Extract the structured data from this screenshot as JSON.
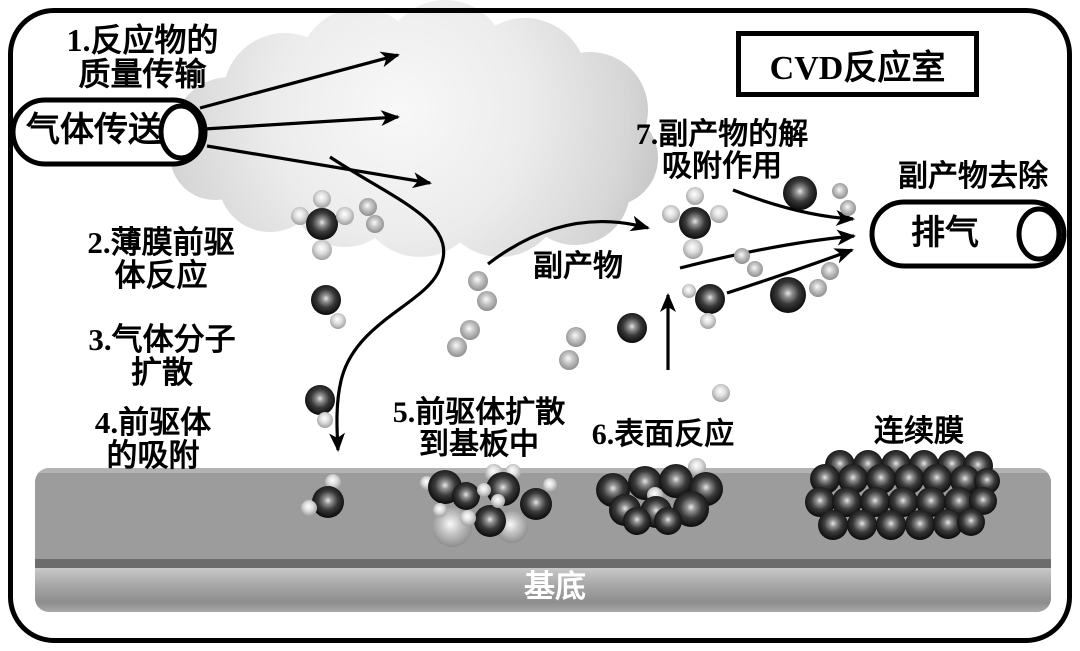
{
  "chamber": {
    "title": "CVD反应室"
  },
  "inlet": {
    "label": "气体传送"
  },
  "outlet": {
    "label": "排气",
    "removal_label": "副产物去除"
  },
  "steps": [
    {
      "lines": [
        "1.反应物的",
        "质量传输"
      ]
    },
    {
      "lines": [
        "2.薄膜前驱",
        "体反应"
      ]
    },
    {
      "lines": [
        "3.气体分子",
        "扩散"
      ]
    },
    {
      "lines": [
        "4.前驱体",
        "的吸附"
      ]
    },
    {
      "lines": [
        "5.前驱体扩散",
        "到基板中"
      ]
    },
    {
      "lines": [
        "6.表面反应"
      ]
    },
    {
      "lines": [
        "7.副产物的解",
        "吸附作用"
      ]
    }
  ],
  "labels": {
    "byproduct": "副产物",
    "continuous_film": "连续膜",
    "substrate": "基底"
  },
  "colors": {
    "line": "#000000",
    "substrate_gray": "#9c9c9c",
    "cloud_gray": "#d9d9d9",
    "sphere_dark": "#1a1a1a",
    "sphere_light": "#d6d6d6",
    "text": "#000000",
    "substrate_text": "#ffffff"
  }
}
